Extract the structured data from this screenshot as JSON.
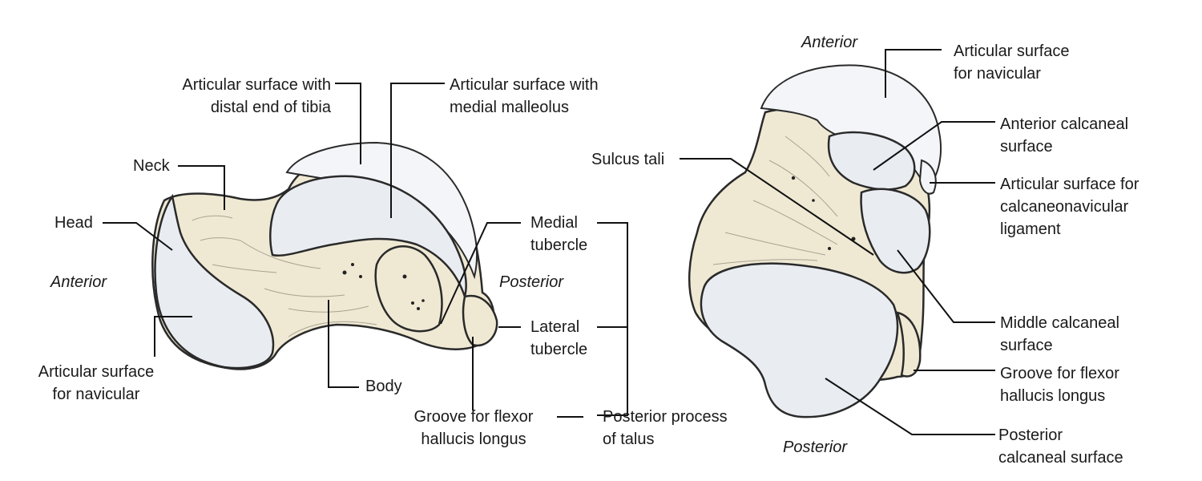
{
  "colors": {
    "bone": "#efe9d4",
    "cartilage": "#e9edf2",
    "outline": "#2a2a2a",
    "text": "#1a1a1a"
  },
  "left_view": {
    "orientation": {
      "anterior": "Anterior",
      "posterior": "Posterior"
    },
    "labels": {
      "articular_tibia": [
        "Articular surface with",
        "distal end of tibia"
      ],
      "articular_malleolus": [
        "Articular surface with",
        "medial malleolus"
      ],
      "neck": [
        "Neck"
      ],
      "head": [
        "Head"
      ],
      "medial_tubercle": [
        "Medial",
        "tubercle"
      ],
      "lateral_tubercle": [
        "Lateral",
        "tubercle"
      ],
      "articular_navicular": [
        "Articular surface",
        "for navicular"
      ],
      "body": [
        "Body"
      ],
      "groove_fhl": [
        "Groove for flexor",
        "hallucis longus"
      ],
      "posterior_process": [
        "Posterior process",
        "of talus"
      ]
    }
  },
  "right_view": {
    "orientation": {
      "anterior": "Anterior",
      "posterior": "Posterior"
    },
    "labels": {
      "articular_navicular": [
        "Articular surface",
        "for navicular"
      ],
      "anterior_calcaneal": [
        "Anterior calcaneal",
        "surface"
      ],
      "sulcus_tali": [
        "Sulcus tali"
      ],
      "calcaneonavicular": [
        "Articular surface for",
        "calcaneonavicular",
        "ligament"
      ],
      "middle_calcaneal": [
        "Middle calcaneal",
        "surface"
      ],
      "groove_fhl": [
        "Groove for flexor",
        "hallucis longus"
      ],
      "posterior_calcaneal": [
        "Posterior",
        "calcaneal surface"
      ]
    }
  }
}
